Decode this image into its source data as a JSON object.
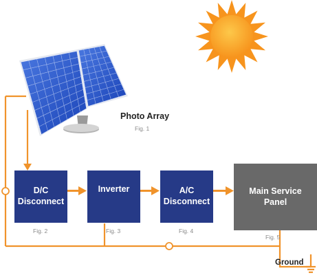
{
  "colors": {
    "box_blue": "#263a87",
    "panel_gray": "#696969",
    "wire_orange": "#f0932b",
    "sun_orange": "#f7941d",
    "sun_yellow": "#fbb03b"
  },
  "array": {
    "label": "Photo Array",
    "fig": "Fig. 1"
  },
  "blocks": [
    {
      "label_lines": [
        "D/C",
        "Disconnect"
      ],
      "fig": "Fig. 2"
    },
    {
      "label_lines": [
        "Inverter"
      ],
      "fig": "Fig. 3"
    },
    {
      "label_lines": [
        "A/C",
        "Disconnect"
      ],
      "fig": "Fig. 4"
    },
    {
      "label_lines": [
        "Main Service",
        "Panel"
      ],
      "fig": "Fig. 5"
    }
  ],
  "ground": {
    "label": "Ground"
  },
  "icons": [
    "sun-icon",
    "solar-panel-icon",
    "ground-symbol-icon"
  ]
}
